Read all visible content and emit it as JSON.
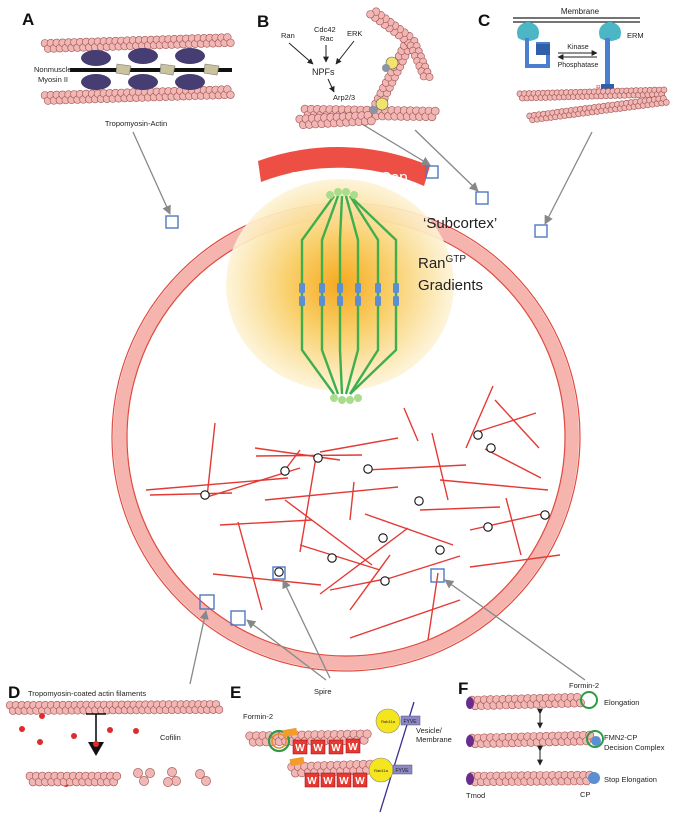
{
  "panels": {
    "A": {
      "letter": "A",
      "label_motor": "Nonmuscle Myosin II",
      "label_motor_l1": "Nonmuscle",
      "label_motor_l2": "Myosin  II",
      "caption": "Tropomyosin-Actin"
    },
    "B": {
      "letter": "B",
      "inputs": [
        "Ran",
        "Cdc42 Rac",
        "ERK"
      ],
      "input_ran": "Ran",
      "input_cdc42": "Cdc42",
      "input_rac": "Rac",
      "input_erk": "ERK",
      "npf": "NPFs",
      "arp": "Arp2/3"
    },
    "C": {
      "letter": "C",
      "membrane": "Membrane",
      "kinase": "Kinase",
      "phosphatase": "Phosphatase",
      "erm": "ERM",
      "phospho": "P"
    },
    "D": {
      "letter": "D",
      "caption": "Tropomyosin-coated  actin filaments",
      "cofilin": "Cofilin"
    },
    "E": {
      "letter": "E",
      "spire": "Spire",
      "formin": "Formin-2",
      "vesicle": "Vesicle/ Membrane",
      "vesicle_l1": "Vesicle/",
      "vesicle_l2": "Membrane",
      "wh2": "W",
      "fyve": "FYVE",
      "rab": "Rab11a"
    },
    "F": {
      "letter": "F",
      "formin": "Formin-2",
      "elongation": "Elongation",
      "decision": "FMN2-CP Decision  Complex",
      "decision_l1": "FMN2-CP",
      "decision_l2": "Decision  Complex",
      "stop": "Stop Elongation",
      "tmod": "Tmod",
      "cp": "CP"
    }
  },
  "center": {
    "cap_label": "Cortical  Actin Cap",
    "subcortex_label": "‘Subcortex’",
    "ran_label": "Ran",
    "ran_superscript": "GTP",
    "gradients_label": "Gradients"
  },
  "colors": {
    "cortex_ring": "#f5b4ae",
    "cortex_outline": "#e04a40",
    "cap": "#ee4f45",
    "spindle": "#3fae4c",
    "chromosome": "#5b8fd1",
    "gradient_core": "#f7b126",
    "actin_bead": "#f0b7b4",
    "actin_bead_outline": "#a0504f",
    "myosin": "#463d73",
    "network": "#e33a35",
    "box": "#4f78c4",
    "arrow": "#888888"
  }
}
